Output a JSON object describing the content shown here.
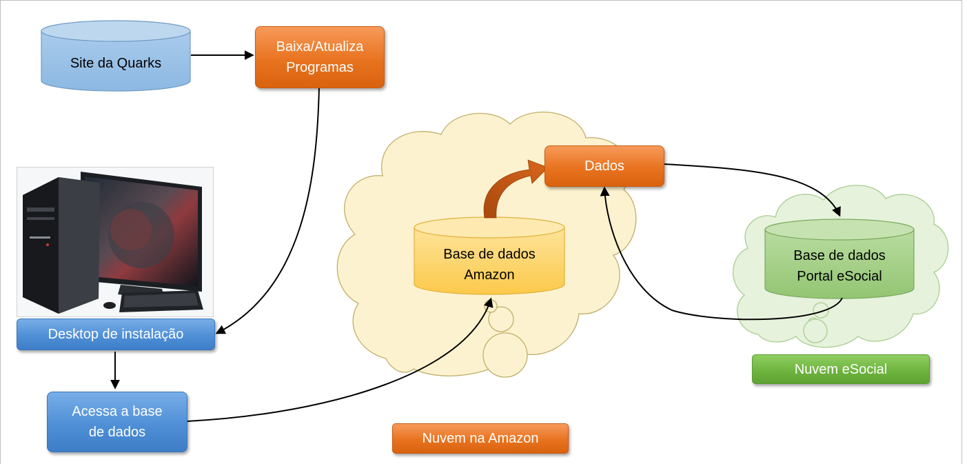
{
  "nodes": {
    "site": "Site da Quarks",
    "baixa": "Baixa/Atualiza Programas",
    "desktop": "Desktop de instalação",
    "acessa": "Acessa a base de dados",
    "dados": "Dados",
    "amazon_db": "Base de dados Amazon",
    "esocial_db": "Base de dados Portal eSocial"
  },
  "clouds": {
    "amazon_label": "Nuvem na Amazon",
    "esocial_label": "Nuvem eSocial"
  },
  "colors": {
    "orange": "#e8731f",
    "blue": "#4f8fd6",
    "green": "#6fb43f",
    "amazon_cloud": "#fdf2cf",
    "esocial_cloud": "#e6f2dc",
    "amazon_cylinder": "#fdd870",
    "esocial_cylinder": "#a9d18e",
    "site_cylinder": "#9dc3e6"
  }
}
